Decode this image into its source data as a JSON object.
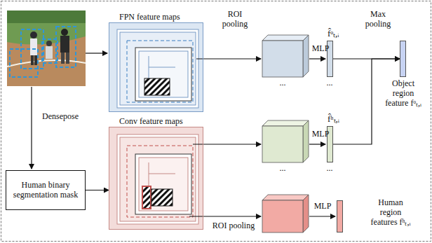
{
  "diagram": {
    "nodes": [
      {
        "text": [
          "FPN feature maps"
        ]
      },
      {
        "text": [
          "Conv feature maps"
        ]
      },
      {
        "text": [
          "Human binary segmentation mask"
        ]
      },
      {
        "text": [
          "f̂ᵒₜ,ᵢ"
        ]
      },
      {
        "text": [
          "f̂ʰₜ,ᵢ"
        ]
      },
      {
        "text": [
          "Object region feature fᵒₜ,ᵢ"
        ]
      },
      {
        "text": [
          "Human region features fʰₜ,ᵢ"
        ]
      }
    ],
    "edges": [
      {
        "from": 2,
        "to": 1,
        "arrow": "to"
      },
      {
        "from": 3,
        "to": 5,
        "arrow": "to"
      },
      {
        "from": 4,
        "to": 5,
        "arrow": "to"
      }
    ],
    "labels": [
      "ROI pooling",
      "Max pooling",
      "MLP",
      "...",
      "...",
      "Densepose",
      "MLP",
      "...",
      "...",
      "MLP",
      "ROI pooling"
    ]
  }
}
